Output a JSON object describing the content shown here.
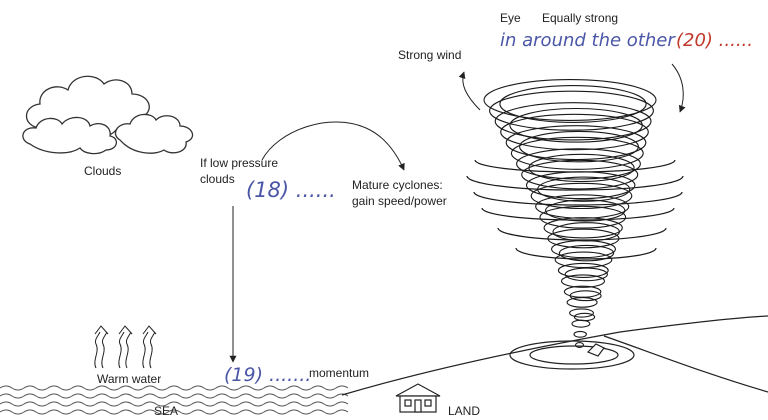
{
  "labels": {
    "eye": "Eye",
    "equally_strong": "Equally strong",
    "strong_wind": "Strong wind",
    "clouds": "Clouds",
    "low_pressure_line1": "If low pressure",
    "low_pressure_line2": "clouds",
    "mature_line1": "Mature cyclones:",
    "mature_line2": "gain speed/power",
    "warm_water": "Warm water",
    "momentum": "momentum",
    "sea": "SEA",
    "land": "LAND"
  },
  "questions": {
    "q18": "(18) ......",
    "q19": "(19) .......",
    "q20_prefix": "in around the other",
    "q20": "(20) ......"
  },
  "colors": {
    "handwriting_blue": "#4a56a6",
    "handwriting_red": "#c0392b",
    "line_art": "#222222"
  }
}
